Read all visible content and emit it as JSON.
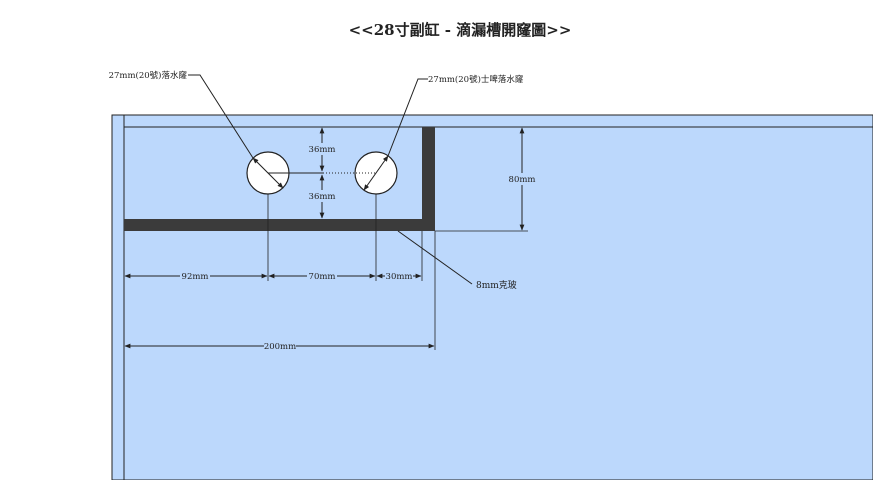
{
  "title": "<<28寸副缸 - 滴漏槽開窿圖>>",
  "labels": {
    "hole_left": "27mm(20號)落水窿",
    "hole_right": "27mm(20號)士啤落水窿",
    "glass": "8mm克玻"
  },
  "dimensions": {
    "top_36": "36mm",
    "bottom_36": "36mm",
    "height_80": "80mm",
    "w_92": "92mm",
    "w_70": "70mm",
    "w_30": "30mm",
    "w_200": "200mm"
  },
  "colors": {
    "tank_fill": "#bcd8fc",
    "glass_fill": "#3b3b3b",
    "line": "#222222",
    "hole_fill": "#ffffff"
  }
}
